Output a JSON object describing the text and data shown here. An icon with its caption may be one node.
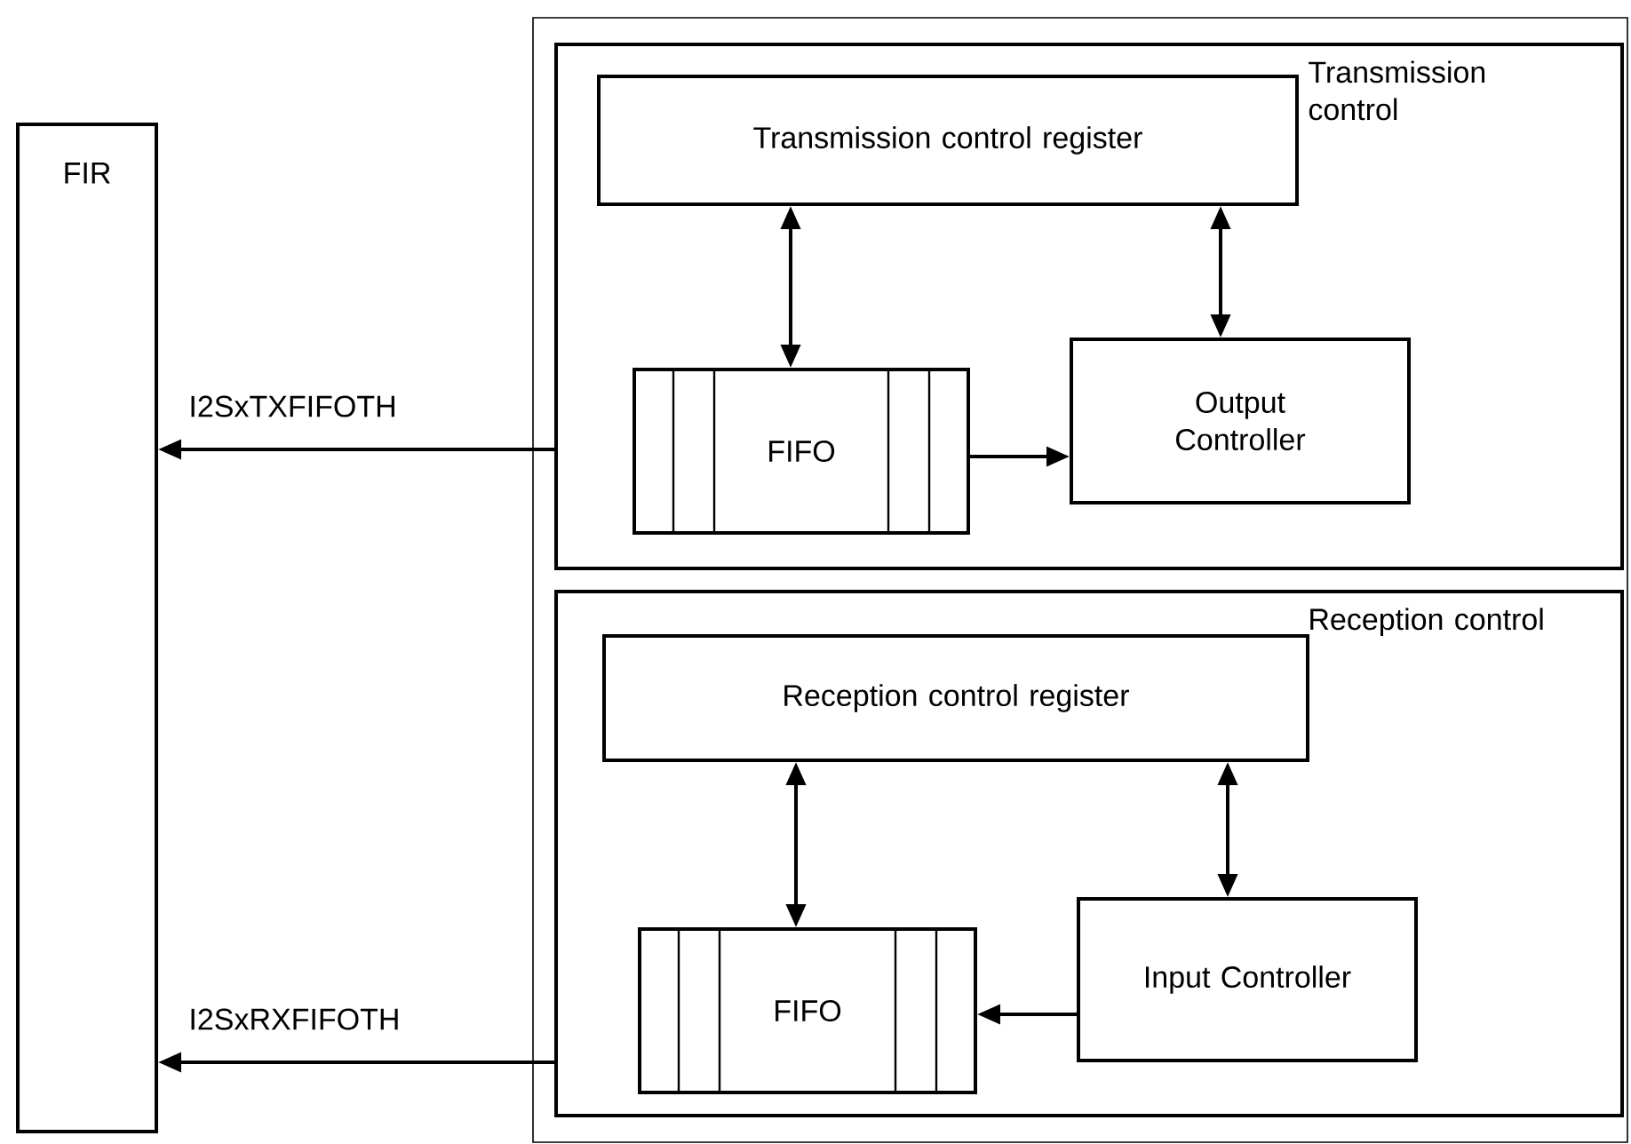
{
  "diagram": {
    "nodes": [
      {
        "text": [
          "FIR"
        ]
      },
      {
        "text": [],
        "shape": "box"
      },
      {
        "text": [
          "Transmission control"
        ],
        "in": 1
      },
      {
        "text": [
          "Transmission control register"
        ],
        "in": 2
      },
      {
        "text": [
          "FIFO"
        ],
        "in": 2
      },
      {
        "text": [
          "Output Controller"
        ],
        "in": 2
      },
      {
        "text": [
          "Reception control"
        ],
        "in": 1
      },
      {
        "text": [
          "Reception control register"
        ],
        "in": 6
      },
      {
        "text": [
          "FIFO"
        ],
        "in": 6
      },
      {
        "text": [
          "Input Controller"
        ],
        "in": 6
      }
    ],
    "edges": [
      {
        "from": 2,
        "to": 0,
        "arrow": "to",
        "label": "I2SxTXFIFOTH"
      },
      {
        "from": 3,
        "to": 4,
        "arrow": "both"
      },
      {
        "from": 3,
        "to": 5,
        "arrow": "both"
      },
      {
        "from": 4,
        "to": 5,
        "arrow": "to"
      },
      {
        "from": 6,
        "to": 0,
        "arrow": "to",
        "label": "I2SxRXFIFOTH"
      },
      {
        "from": 7,
        "to": 8,
        "arrow": "both"
      },
      {
        "from": 7,
        "to": 9,
        "arrow": "both"
      },
      {
        "from": 9,
        "to": 8,
        "arrow": "to"
      }
    ]
  }
}
